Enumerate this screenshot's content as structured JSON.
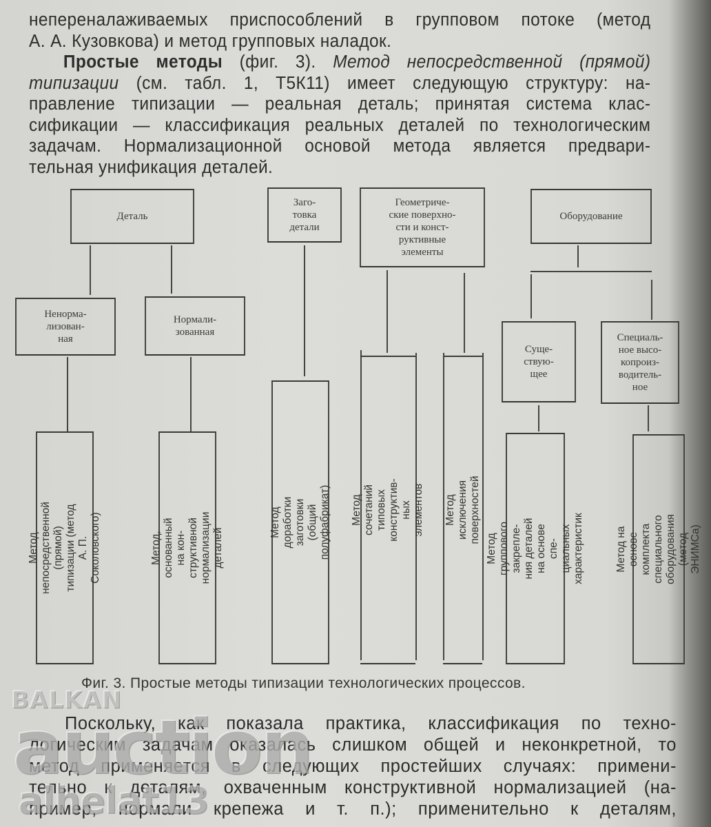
{
  "intro": {
    "lines": [
      "непереналаживаемых приспособлений в групповом потоке (метод",
      "А. А. Кузовкова) и метод групповых наладок."
    ]
  },
  "simple_methods": {
    "heading": "Простые методы",
    "fig_ref": "(фиг. 3).",
    "italic_part": "Метод непосредственной (прямой)",
    "line2_italic": "типизации",
    "line2_rest": "(см. табл. 1, Т5К11) имеет следующую структуру: на-",
    "lines": [
      "правление типизации — реальная деталь; принятая система клас-",
      "сификации — классификация реальных деталей по технологическим",
      "задачам. Нормализационной основой метода является предвари-",
      "тельная унификация деталей."
    ]
  },
  "figure": {
    "top_boxes": {
      "detail": "Деталь",
      "blank": "Заго-\nтовка\nдетали",
      "geometry": "Геометриче-\nские поверхно-\nсти и конст-\nруктивные\nэлементы",
      "equipment": "Оборудование"
    },
    "mid_boxes": {
      "non_normalized": "Ненорма-\nлизован-\nная",
      "normalized": "Нормали-\nзованная",
      "existing": "Суще-\nствую-\nщее",
      "special": "Специаль-\nное высо-\nкопроиз-\nводитель-\nное"
    },
    "methods": [
      "Метод непосредственной\n(прямой) типизации (метод\nА. П. Соколовского)",
      "Метод, основанный на кон-\nструктивной нормализации\nдеталей",
      "Метод доработки заготовки (общий\nполуфабрикат)",
      "Метод сочетаний типовых конструктив-\nных элементов",
      "Метод исключения поверхностей",
      "Метод группового закрепле-\nния деталей на основе спе-\nциальных характеристик",
      "Метод на основе комплекта\nспециального оборудования\n(метод ЭНИМСа)"
    ],
    "caption": "Фиг. 3. Простые методы типизации технологических процессов."
  },
  "continuation": {
    "lines": [
      "Поскольку, как показала практика, классификация по техно-",
      "логическим задачам оказалась слишком общей и неконкретной, то",
      "метод применяется в следующих простейших случаях: примени-",
      "тельно к деталям, охваченным конструктивной нормализацией (на-",
      "пример, нормали крепежа и т. п.); применительно к деталям,"
    ]
  },
  "watermark": {
    "line1": "BALKAN",
    "line2": "auction",
    "line3": "alhelat13"
  }
}
